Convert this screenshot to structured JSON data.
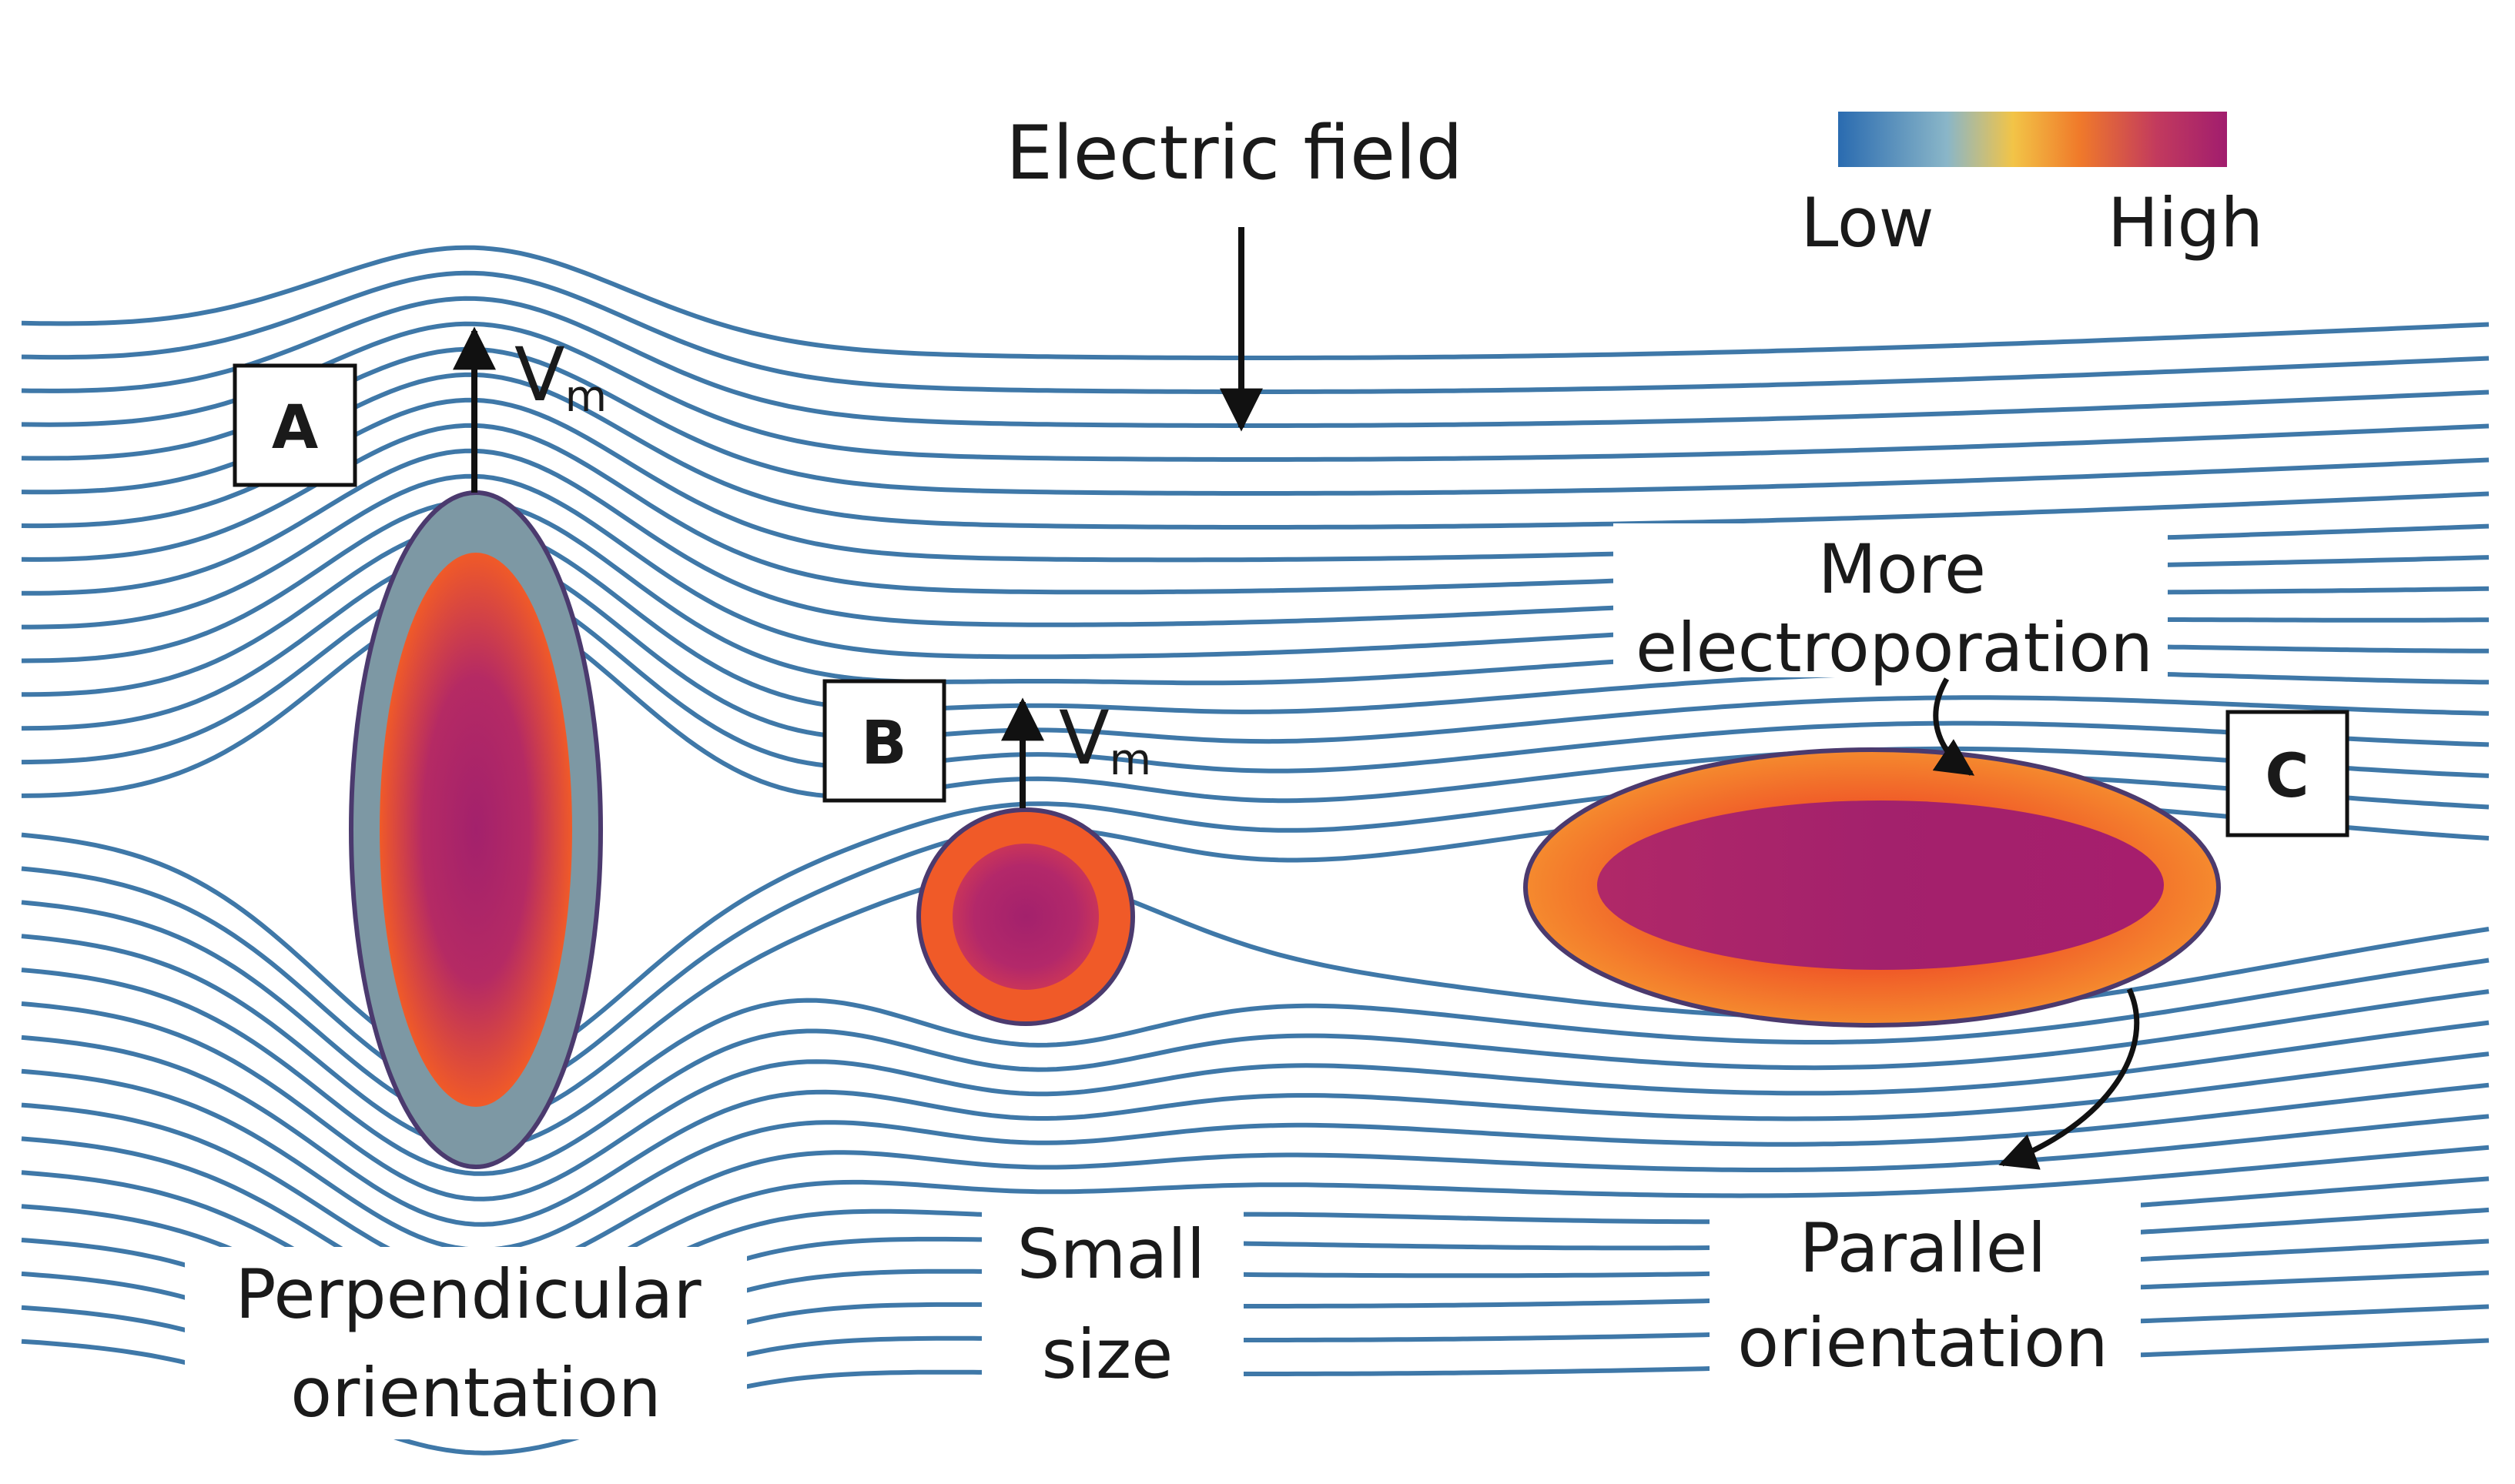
{
  "title": "Electric field",
  "legend": {
    "low": "Low",
    "high": "High",
    "gradient_colors": [
      "#2a6bb0",
      "#8ab6c8",
      "#f2c447",
      "#f07a2a",
      "#c23a5e",
      "#a11d6e"
    ]
  },
  "cells": {
    "a": {
      "letter": "A",
      "potential_symbol": "V",
      "potential_subscript": "m",
      "caption_line1": "Perpendicular",
      "caption_line2": "orientation"
    },
    "b": {
      "letter": "B",
      "potential_symbol": "V",
      "potential_subscript": "m",
      "caption_line1": "Small",
      "caption_line2": "size"
    },
    "c": {
      "letter": "C",
      "note_line1": "More",
      "note_line2": "electroporation",
      "caption_line1": "Parallel",
      "caption_line2": "orientation"
    }
  },
  "colors": {
    "field_line": "#3f78a8",
    "cell_outline": "#4b3a6e",
    "cell_a_rim": "#7d98a4",
    "core_magenta": "#a3216c",
    "core_orange": "#f05a28"
  }
}
